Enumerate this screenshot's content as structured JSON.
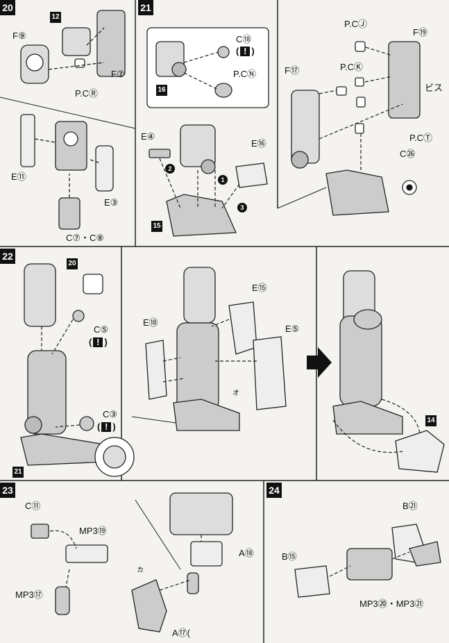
{
  "steps": {
    "s20": "20",
    "s21": "21",
    "s22": "22",
    "s23": "23",
    "s24": "24"
  },
  "part_refs": {
    "r12": "12",
    "r16": "16",
    "r15": "15",
    "r20": "20",
    "r21": "21",
    "r14": "14"
  },
  "labels": {
    "f9": "F⑨",
    "f7": "F⑦",
    "pcr": "P.CⓇ",
    "e11": "E⑪",
    "e3": "E③",
    "c7c8": "C⑦・C⑧",
    "c18": "C⑱",
    "pcn": "P.CⓃ",
    "e4": "E④",
    "e16": "E⑯",
    "pcj": "P.CⒿ",
    "f19": "F⑲",
    "f17": "F⑰",
    "pck": "P.CⓀ",
    "bis": "ビス",
    "pct": "P.CⓉ",
    "c26": "C㉖",
    "e15": "E⑮",
    "e18": "E⑱",
    "e5": "E⑤",
    "c5": "C⑤",
    "c3": "C③",
    "c11": "C⑪",
    "mp319": "MP3⑲",
    "mp317": "MP3⑰",
    "a18": "A⑱",
    "a17": "A⑰(",
    "b21": "B㉑",
    "b15": "B⑮",
    "mp320_21": "MP3⑳・MP3㉑"
  },
  "order_marks": {
    "o1": "1",
    "o2": "2",
    "o3": "3"
  },
  "paren_open": "(",
  "paren_close": ")",
  "bang_glyph": "!",
  "hint_o": "オ",
  "hint_ka": "カ"
}
